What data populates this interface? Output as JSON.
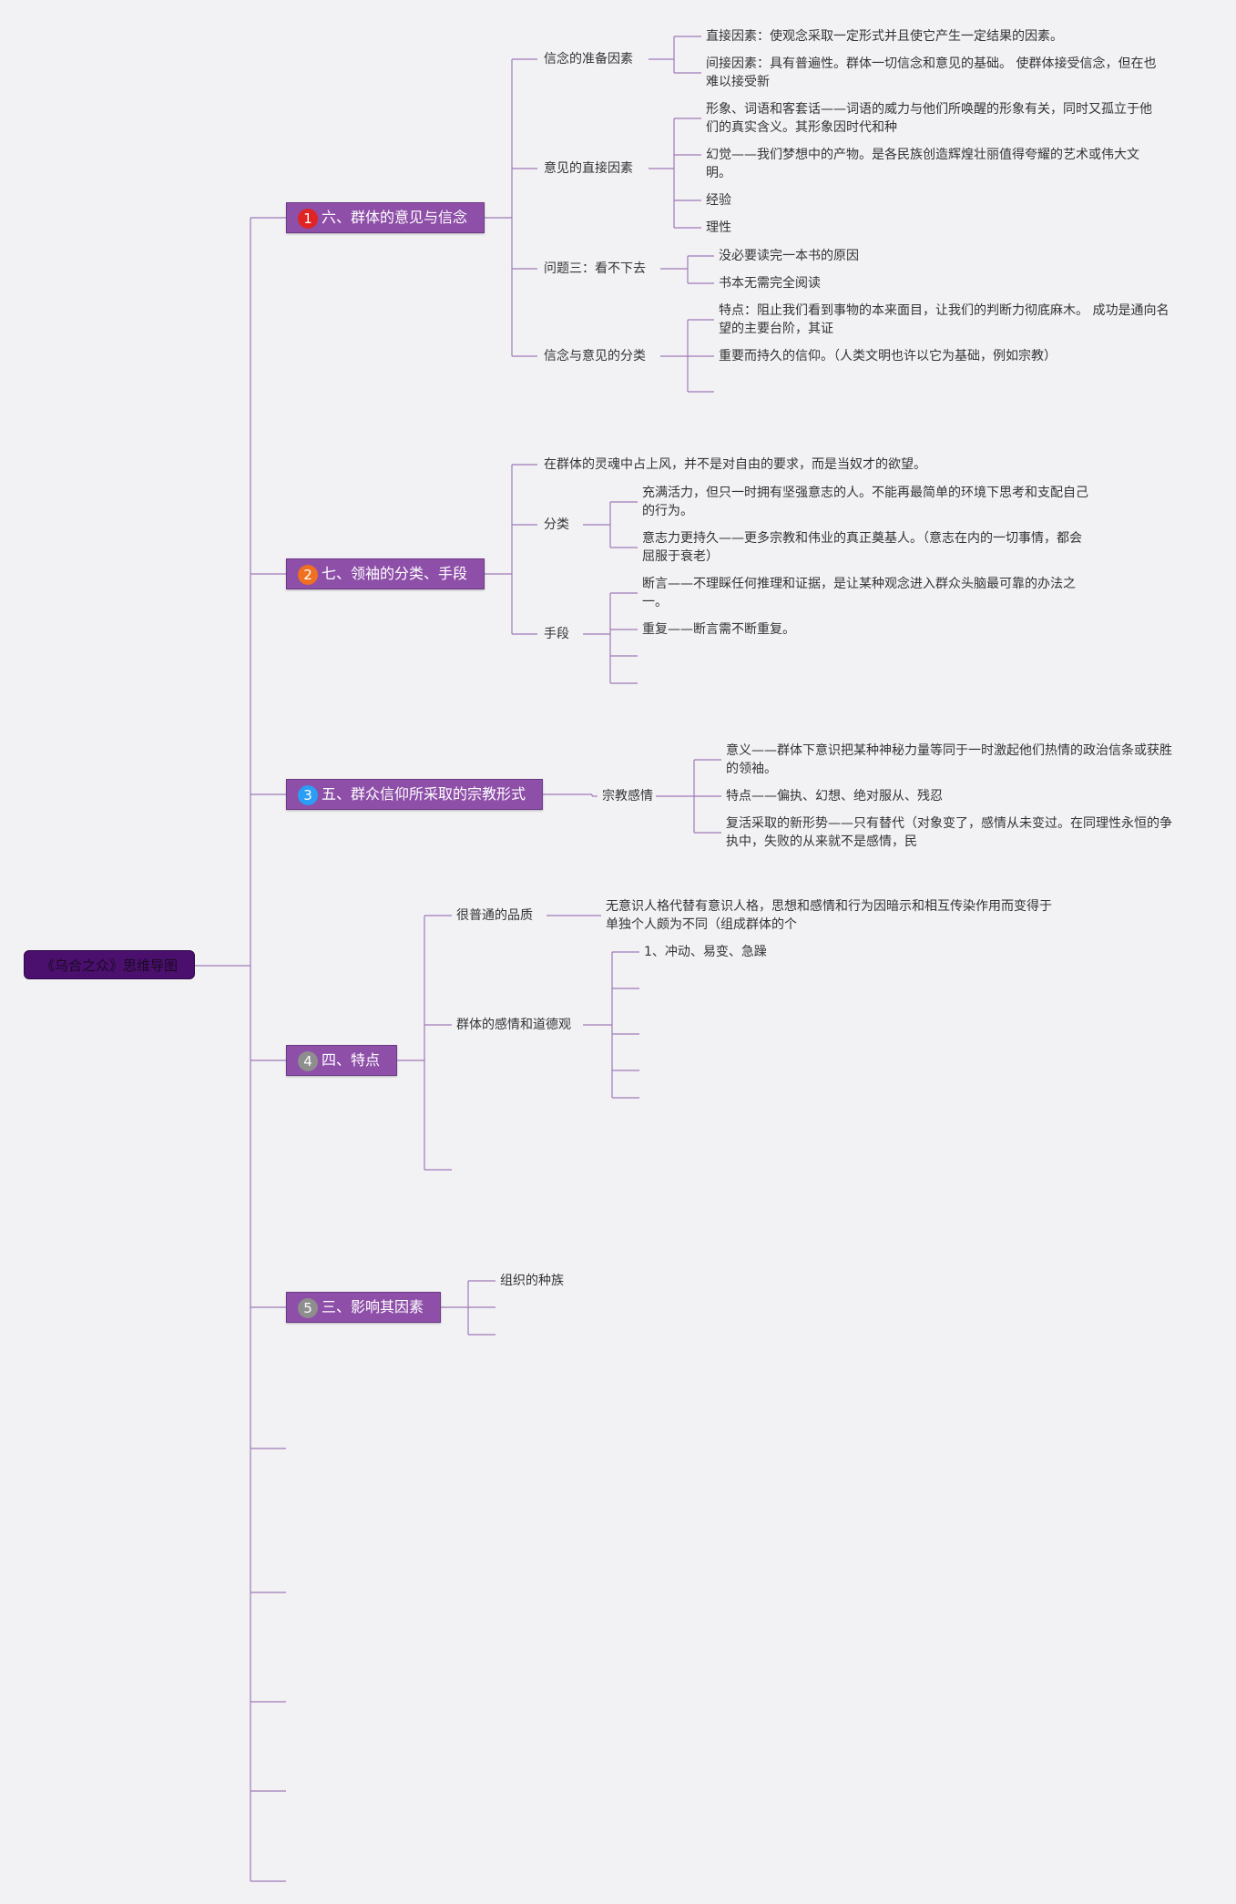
{
  "root": {
    "label": "《乌合之众》思维导图"
  },
  "branches": [
    {
      "badge": "1",
      "label": "六、群体的意见与信念",
      "children": [
        {
          "label": "信念的准备因素",
          "items": [
            "直接因素：使观念采取一定形式并且使它产生一定结果的因素。",
            "间接因素：具有普遍性。群体一切信念和意见的基础。 使群体接受信念，但在也难以接受新"
          ]
        },
        {
          "label": "意见的直接因素",
          "items": [
            "形象、词语和客套话——词语的威力与他们所唤醒的形象有关，同时又孤立于他们的真实含义。其形象因时代和种",
            "幻觉——我们梦想中的产物。是各民族创造辉煌壮丽值得夸耀的艺术或伟大文明。",
            "经验",
            "理性"
          ]
        },
        {
          "label": "问题三：看不下去",
          "items": [
            "没必要读完一本书的原因",
            "书本无需完全阅读"
          ]
        },
        {
          "label": "信念与意见的分类",
          "items": [
            "特点：阻止我们看到事物的本来面目，让我们的判断力彻底麻木。 成功是通向名望的主要台阶，其证",
            "重要而持久的信仰。（人类文明也许以它为基础，例如宗教）"
          ]
        }
      ]
    },
    {
      "badge": "2",
      "label": "七、领袖的分类、手段",
      "children": [
        {
          "label": "在群体的灵魂中占上风，并不是对自由的要求，而是当奴才的欲望。",
          "items": []
        },
        {
          "label": "分类",
          "items": [
            "充满活力，但只一时拥有坚强意志的人。不能再最简单的环境下思考和支配自己的行为。",
            "意志力更持久——更多宗教和伟业的真正奠基人。（意志在内的一切事情，都会屈服于衰老）"
          ]
        },
        {
          "label": "手段",
          "items": [
            "断言——不理睬任何推理和证据，是让某种观念进入群众头脑最可靠的办法之一。",
            "重复——断言需不断重复。"
          ]
        }
      ]
    },
    {
      "badge": "3",
      "label": "五、群众信仰所采取的宗教形式",
      "children": [
        {
          "label": "宗教感情",
          "items": [
            "意义——群体下意识把某种神秘力量等同于一时激起他们热情的政治信条或获胜的领袖。",
            "特点——偏执、幻想、绝对服从、残忍",
            "复活采取的新形势——只有替代（对象变了，感情从未变过。在同理性永恒的争执中，失败的从来就不是感情，民"
          ]
        }
      ]
    },
    {
      "badge": "4",
      "label": "四、特点",
      "children": [
        {
          "label": "很普通的品质",
          "items": [
            "无意识人格代替有意识人格，思想和感情和行为因暗示和相互传染作用而变得于单独个人颇为不同（组成群体的个"
          ]
        },
        {
          "label": "群体的感情和道德观",
          "items": [
            "1、冲动、易变、急躁"
          ]
        }
      ]
    },
    {
      "badge": "5",
      "label": "三、影响其因素",
      "children": [
        {
          "label": "组织的种族",
          "items": []
        }
      ]
    }
  ],
  "colors": {
    "line": "#a07ab8",
    "node": "#8e4fa8",
    "root": "#4b0f6e"
  }
}
